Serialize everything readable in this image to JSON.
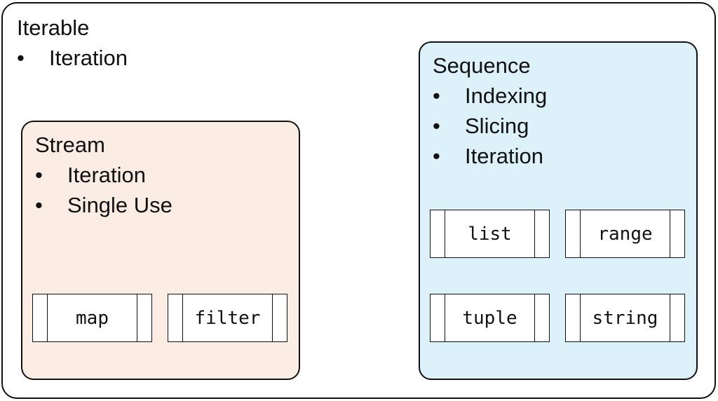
{
  "iterable": {
    "title": "Iterable",
    "features": [
      "Iteration"
    ]
  },
  "stream": {
    "title": "Stream",
    "features": [
      "Iteration",
      "Single Use"
    ],
    "classes": [
      "map",
      "filter"
    ],
    "fill_color": "#fbede3"
  },
  "sequence": {
    "title": "Sequence",
    "features": [
      "Indexing",
      "Slicing",
      "Iteration"
    ],
    "classes": [
      "list",
      "range",
      "tuple",
      "string"
    ],
    "fill_color": "#dcf1fa"
  }
}
